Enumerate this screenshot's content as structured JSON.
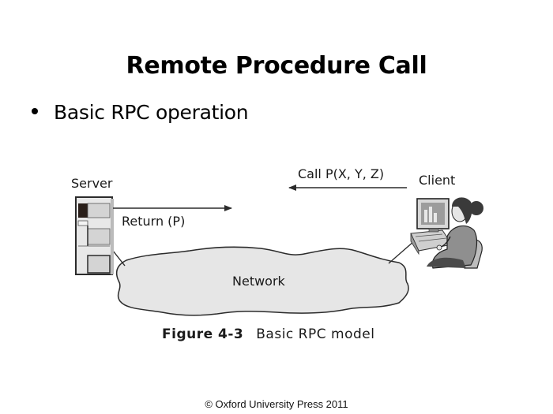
{
  "slide": {
    "title": "Remote Procedure Call",
    "bullets": [
      "Basic RPC operation"
    ],
    "footer": "© Oxford University Press 2011"
  },
  "diagram": {
    "server_label": "Server",
    "client_label": "Client",
    "network_label": "Network",
    "call_label": "Call P(X, Y, Z)",
    "return_label": "Return (P)",
    "caption_figure": "Figure 4-3",
    "caption_text": "Basic RPC model",
    "icons": {
      "server": "server-tower-icon",
      "client": "person-at-computer-icon",
      "network": "network-cloud-icon"
    },
    "colors": {
      "cloud_fill": "#e6e6e6",
      "stroke": "#2b2b2b",
      "server_panel": "#d6d6d6",
      "server_dark": "#2a1f1a"
    }
  }
}
